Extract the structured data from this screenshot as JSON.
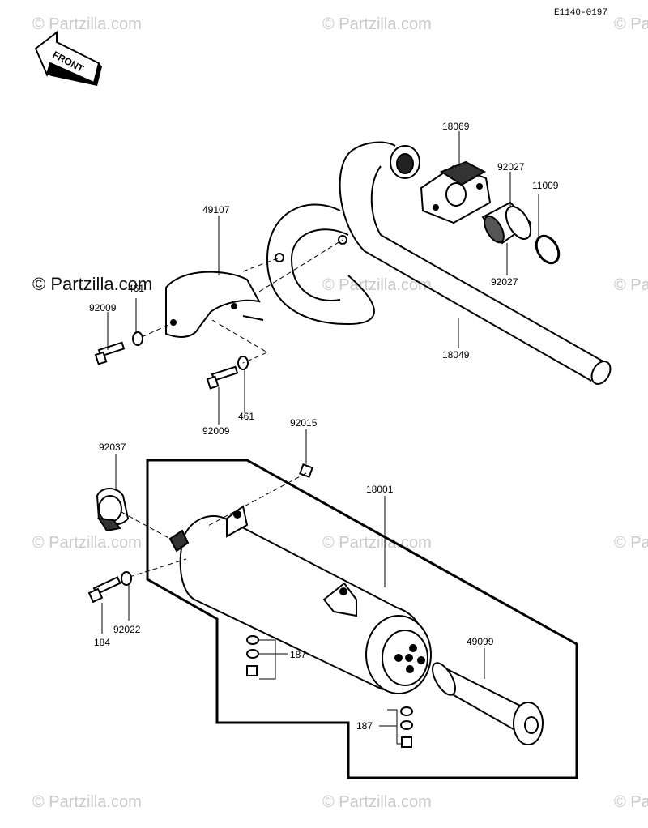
{
  "diagram_code": "E1140-0197",
  "front_label": "FRONT",
  "watermark": "© Partzilla.com",
  "parts": {
    "p18069": "18069",
    "p92027a": "92027",
    "p11009": "11009",
    "p92027b": "92027",
    "p49107": "49107",
    "p461a": "461",
    "p92009a": "92009",
    "p18049": "18049",
    "p92009b": "92009",
    "p461b": "461",
    "p92015": "92015",
    "p92037": "92037",
    "p18001": "18001",
    "p184": "184",
    "p92022": "92022",
    "p187a": "187",
    "p49099": "49099",
    "p187b": "187"
  }
}
